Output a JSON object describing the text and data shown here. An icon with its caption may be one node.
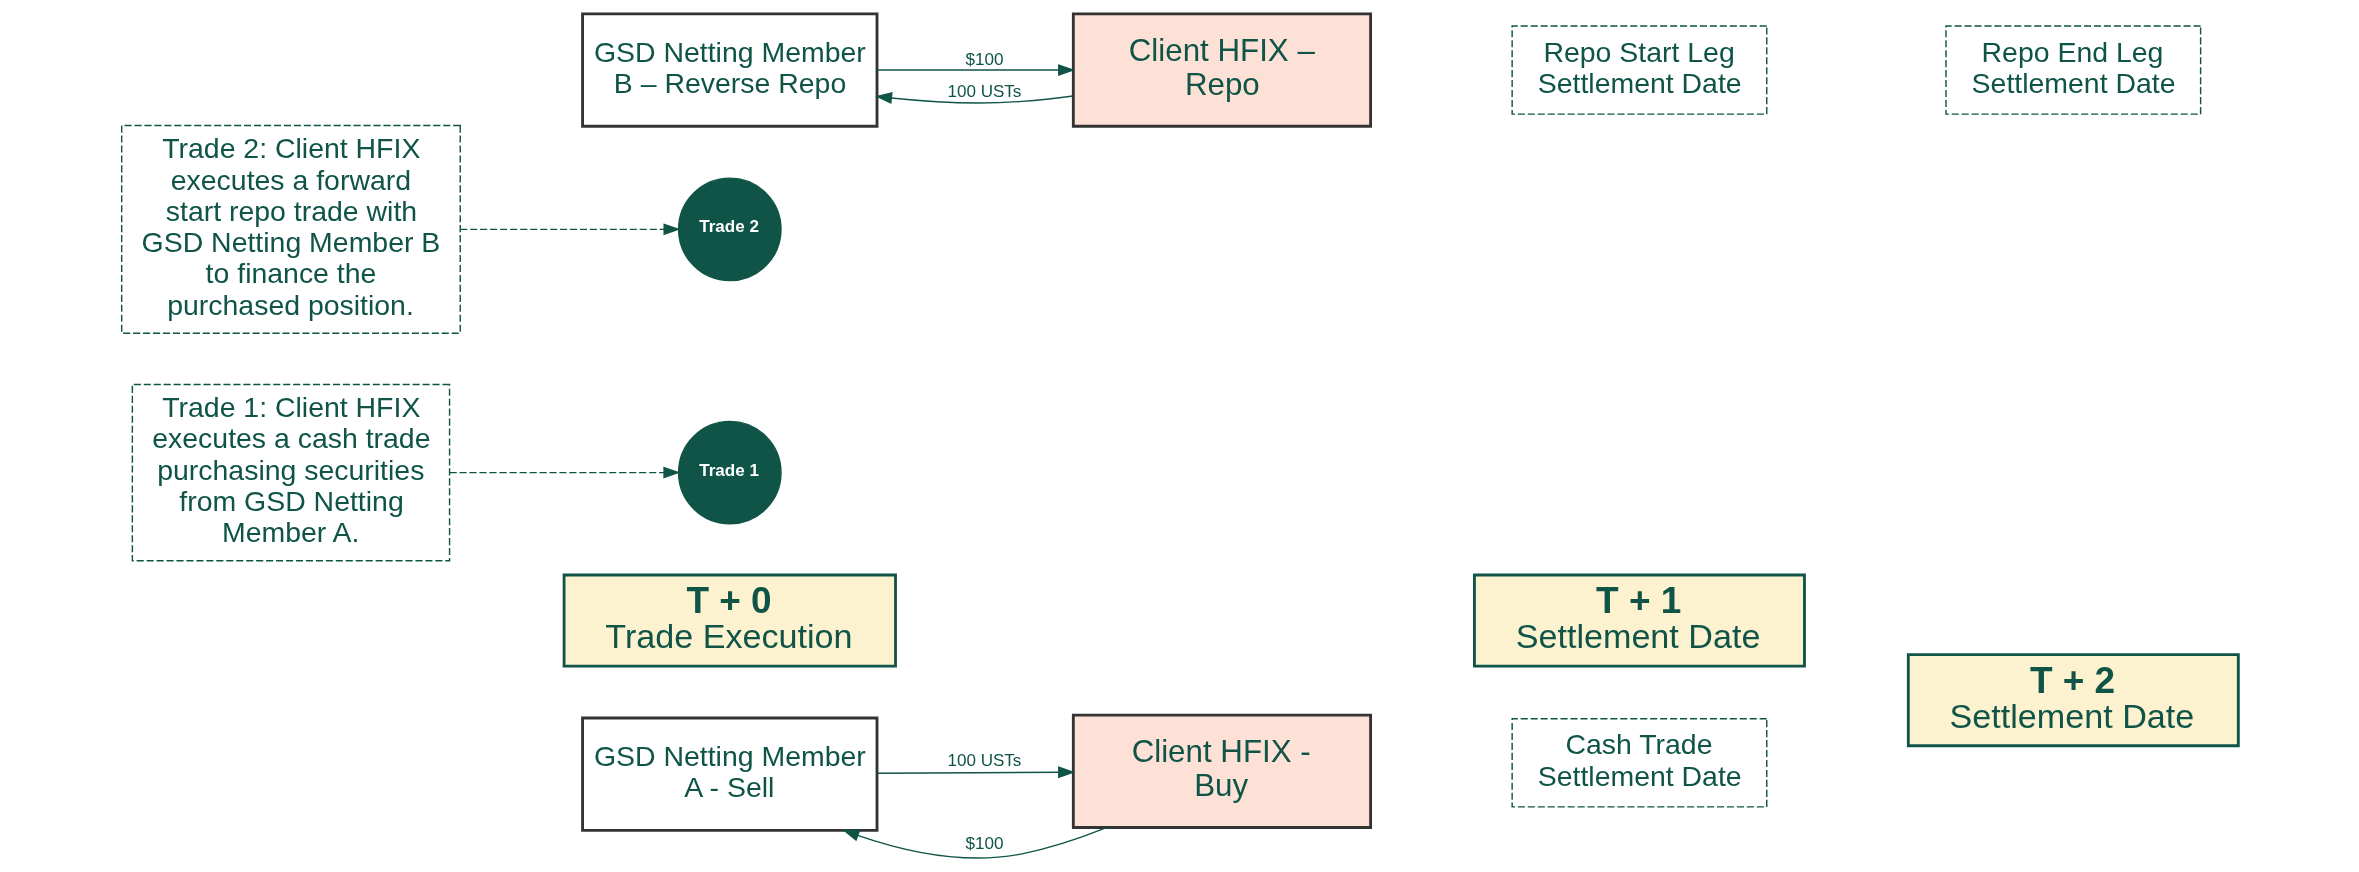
{
  "diagram": {
    "nodes": [
      {
        "text": [
          "T + 0",
          "Trade Execution"
        ]
      },
      {
        "text": [
          "T + 1",
          "Settlement Date"
        ]
      },
      {
        "text": [
          "T + 2",
          "Settlement Date"
        ]
      },
      {
        "text": [
          "Trade 1: Client HFIX executes a cash trade purchasing securities from GSD Netting Member A."
        ]
      },
      {
        "text": [
          "Trade 1"
        ]
      },
      {
        "text": [
          "GSD Netting Member A - Sell"
        ]
      },
      {
        "text": [
          "Client HFIX - Buy"
        ]
      },
      {
        "text": [
          "Cash Trade Settlement Date"
        ]
      },
      {
        "text": [
          "Trade 2: Client HFIX executes a forward start repo trade with GSD Netting Member B to finance the purchased position."
        ]
      },
      {
        "text": [
          "Trade 2"
        ]
      },
      {
        "text": [
          "GSD Netting Member B – Reverse Repo"
        ]
      },
      {
        "text": [
          "Client HFIX – Repo"
        ]
      },
      {
        "text": [
          "Repo Start Leg Settlement Date"
        ]
      },
      {
        "text": [
          "Repo End Leg Settlement Date"
        ]
      }
    ],
    "edges": [
      {
        "from": 3,
        "to": 4,
        "arrow": "to",
        "style": "dashed"
      },
      {
        "from": 6,
        "to": 5,
        "arrow": "to",
        "label": "$100"
      },
      {
        "from": 5,
        "to": 6,
        "arrow": "to",
        "label": "100 USTs"
      },
      {
        "from": 8,
        "to": 9,
        "arrow": "to",
        "style": "dashed"
      },
      {
        "from": 10,
        "to": 11,
        "arrow": "to",
        "label": "$100"
      },
      {
        "from": 11,
        "to": 10,
        "arrow": "to",
        "label": "100 USTs"
      }
    ]
  }
}
